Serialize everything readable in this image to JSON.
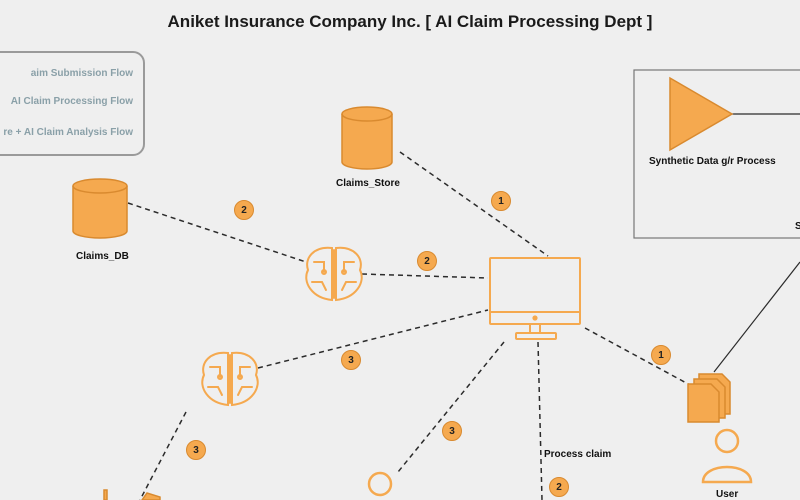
{
  "title": "Aniket Insurance Company Inc. [ AI Claim Processing Dept ]",
  "legend": {
    "items": [
      "aim Submission Flow",
      "AI Claim Processing Flow",
      "re + AI Claim Analysis Flow"
    ]
  },
  "nodes": {
    "claims_store": "Claims_Store",
    "claims_db": "Claims_DB",
    "synthetic": "Synthetic Data g/r Process",
    "user": "User",
    "partial_s": "S"
  },
  "edge_labels": {
    "process_claim": "Process claim"
  },
  "badges": [
    "1",
    "2",
    "2",
    "3",
    "1",
    "3",
    "3",
    "2"
  ],
  "colors": {
    "accent": "#f5a94f",
    "accent_stroke": "#d98a2f",
    "line": "#2b2b2b",
    "background": "#efefef"
  }
}
